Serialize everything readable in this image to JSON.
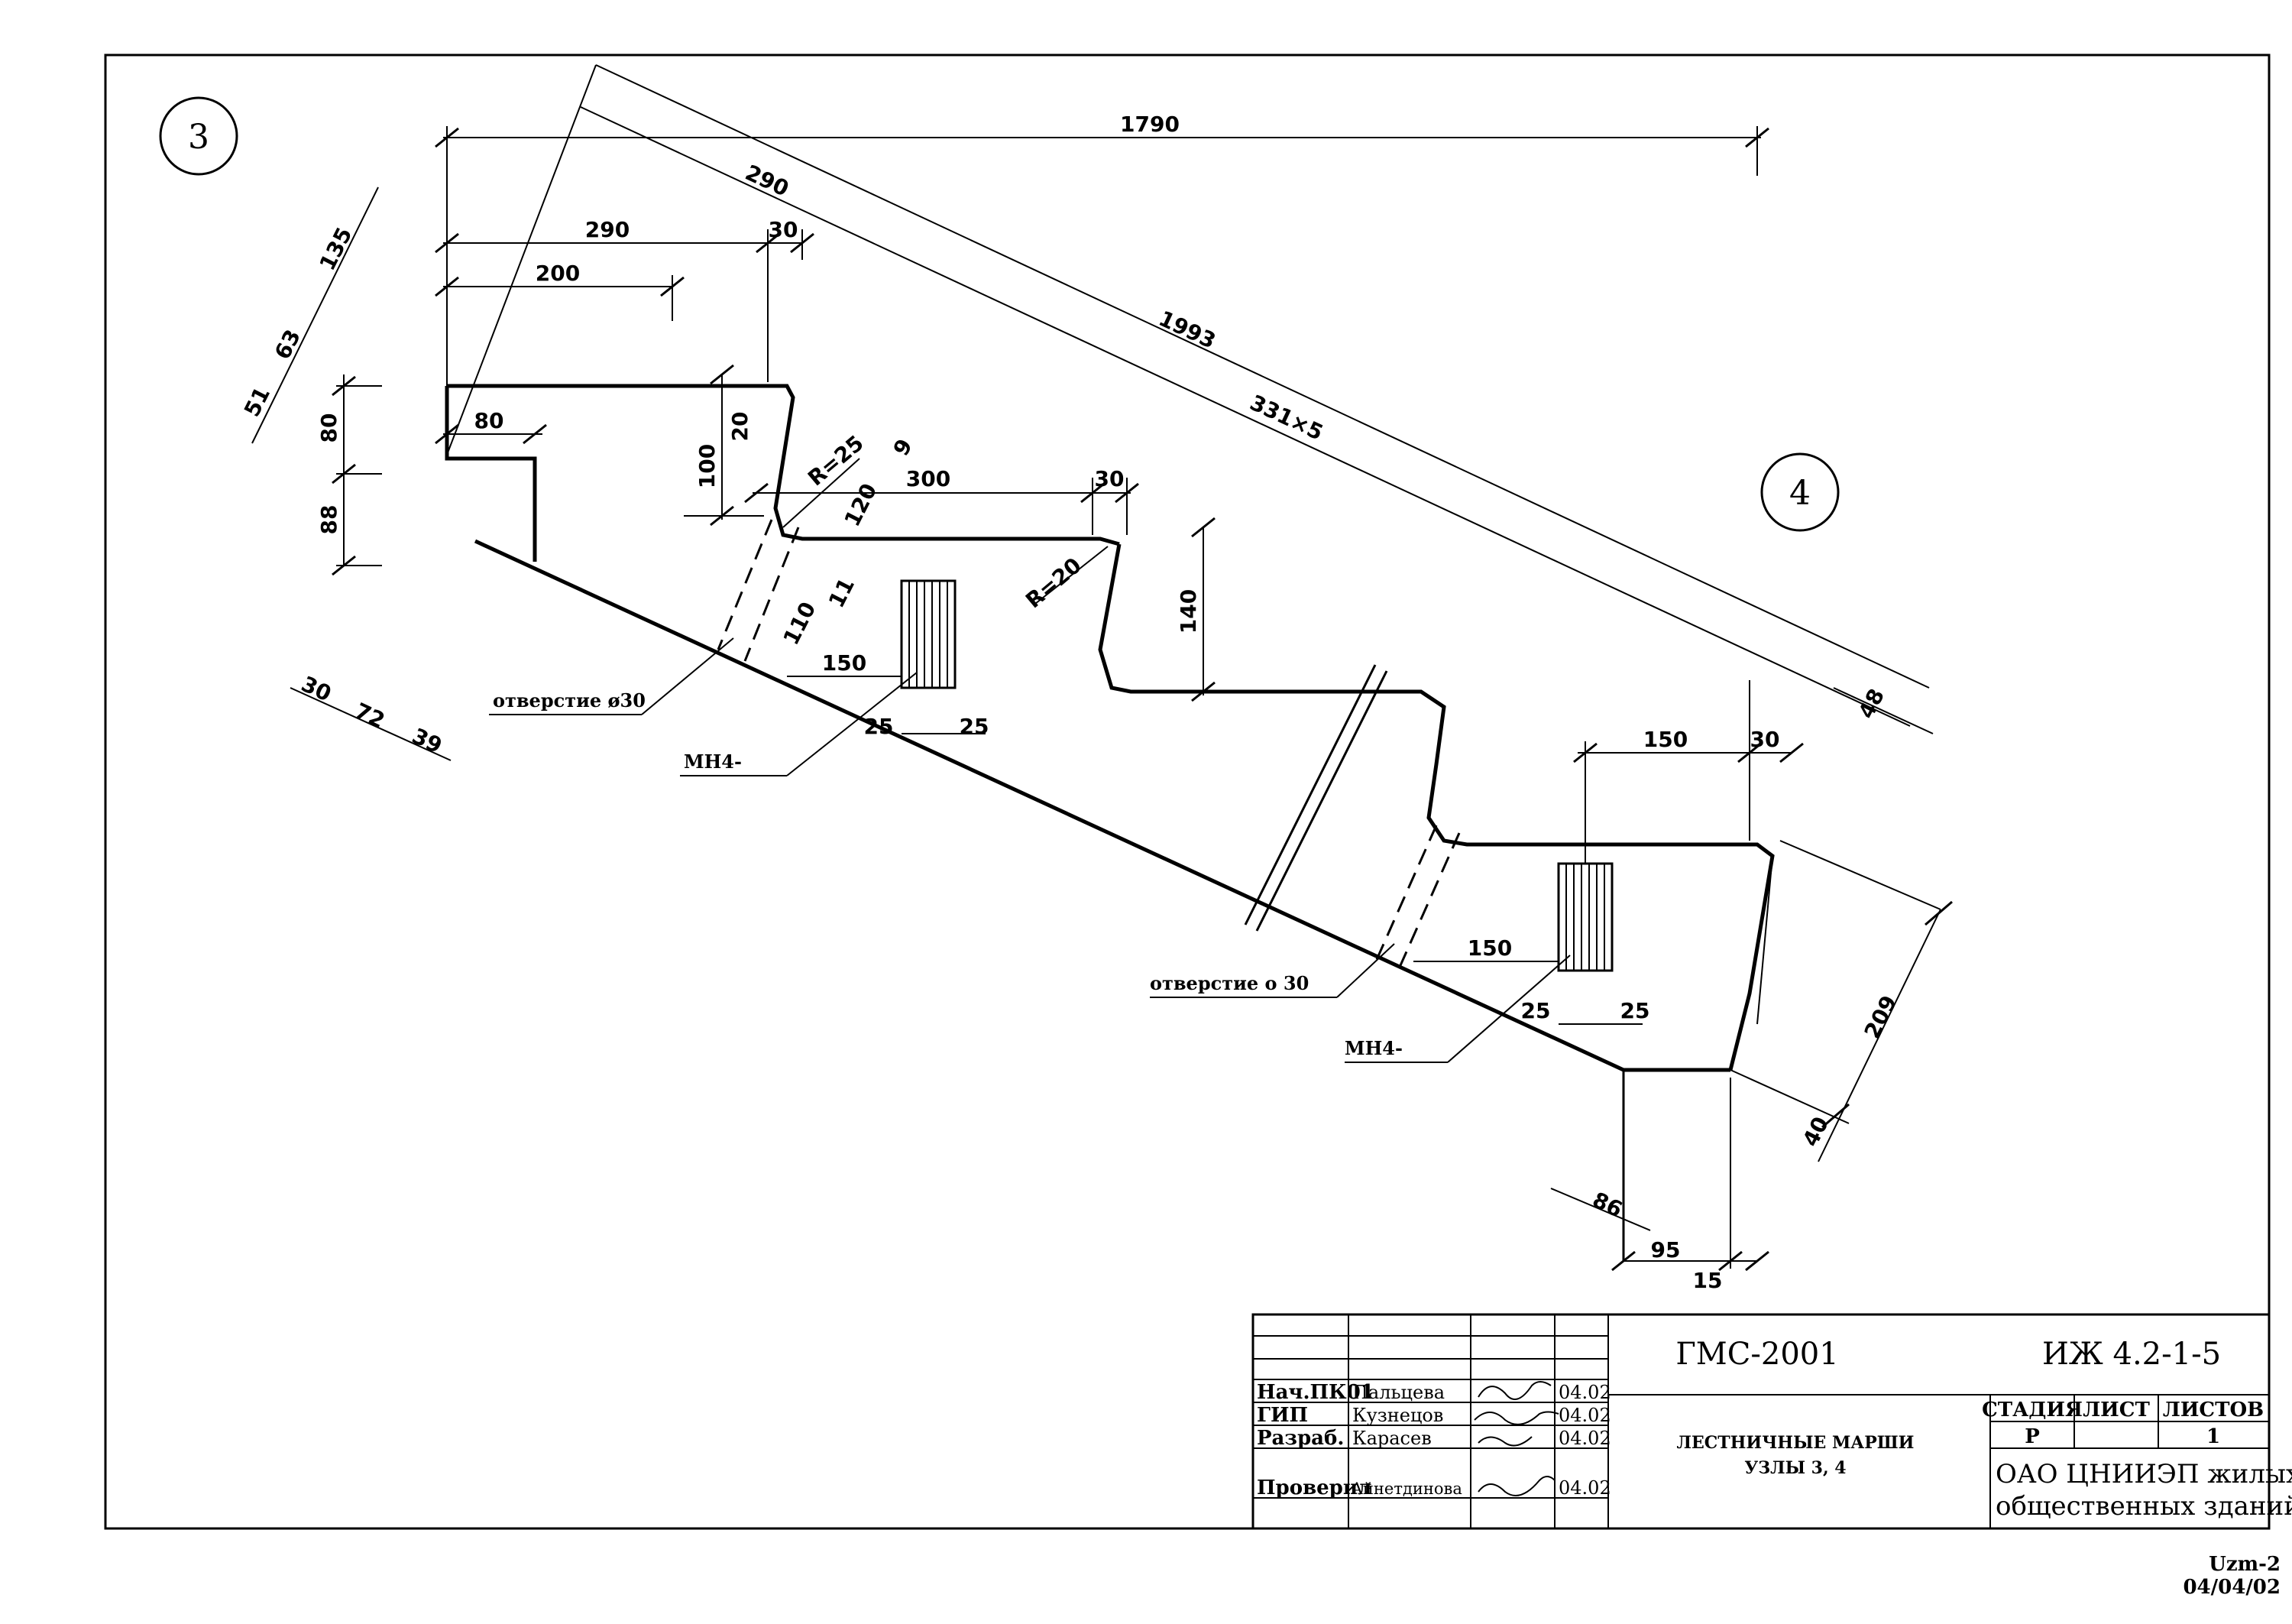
{
  "nodes": {
    "node_3": "3",
    "node_4": "4"
  },
  "dims": {
    "d1790": "1790",
    "d290a": "290",
    "d1993": "1993",
    "d331x5": "331×5",
    "d290b": "290",
    "d30a": "30",
    "d200": "200",
    "d135": "135",
    "d63": "63",
    "d51": "51",
    "d80a": "80",
    "d88": "88",
    "d80b": "80",
    "d100": "100",
    "d20": "20",
    "dR25": "R=25",
    "d9": "9",
    "d120": "120",
    "d300": "300",
    "d30b": "30",
    "dR20": "R=20",
    "d11": "11",
    "d110": "110",
    "d140": "140",
    "d150a": "150",
    "d25a": "25",
    "d25b": "25",
    "d30c": "30",
    "d72": "72",
    "d39": "39",
    "d48": "48",
    "d150b": "150",
    "d30d": "30",
    "d150c": "150",
    "d25c": "25",
    "d25d": "25",
    "d209": "209",
    "d40": "40",
    "d86": "86",
    "d95": "95",
    "d15": "15"
  },
  "labels": {
    "hole1": "отверстие ø30",
    "mh1": "МН4-",
    "hole2": "отверстие о 30",
    "mh2": "МН4-"
  },
  "title_block": {
    "project": "ГМС-2001",
    "code": "ИЖ 4.2-1-5",
    "rows": [
      {
        "role": "Нач.ПК01",
        "name": "Пальцева",
        "date": "04.02"
      },
      {
        "role": "ГИП",
        "name": "Кузнецов",
        "date": "04.02"
      },
      {
        "role": "Разраб.",
        "name": "Карасев",
        "date": "04.02"
      },
      {
        "role": "Проверил",
        "name": "Айнетдинова",
        "date": "04.02"
      }
    ],
    "title_line1": "ЛЕСТНИЧНЫЕ МАРШИ",
    "title_line2": "УЗЛЫ 3, 4",
    "stage_header": "СТАДИЯ",
    "sheet_header": "ЛИСТ",
    "sheets_header": "ЛИСТОВ",
    "stage_value": "Р",
    "sheet_value": "",
    "sheets_value": "1",
    "org_line1": "ОАО ЦНИИЭП жилых и",
    "org_line2": "общественных зданий"
  },
  "stamp": {
    "line1": "Uzm-2",
    "line2": "04/04/02"
  }
}
